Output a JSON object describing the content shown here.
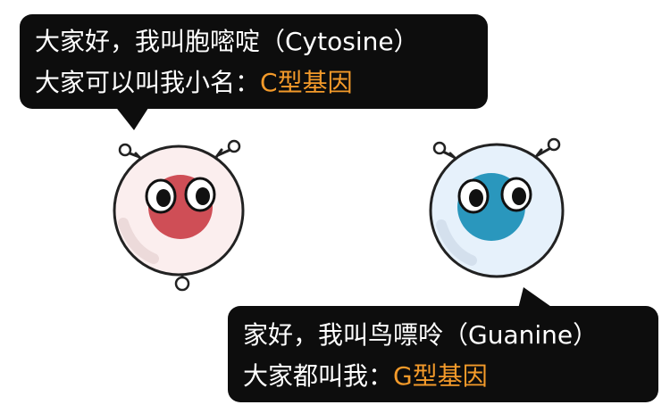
{
  "characters": [
    {
      "id": "cytosine",
      "lines": [
        {
          "text": "大家好，我叫胞嘧啶（Cytosine）",
          "highlight": ""
        },
        {
          "text": "大家可以叫我小名：",
          "highlight": "C型基因"
        }
      ],
      "body_color": "#fbeeee",
      "core_color": "#cf4e56"
    },
    {
      "id": "guanine",
      "lines": [
        {
          "text": "家好，我叫鸟嘌呤（Guanine）",
          "highlight": ""
        },
        {
          "text": "大家都叫我：",
          "highlight": "G型基因"
        }
      ],
      "body_color": "#e6f1fb",
      "core_color": "#2a97bd"
    }
  ],
  "accent_color": "#f39a2a"
}
